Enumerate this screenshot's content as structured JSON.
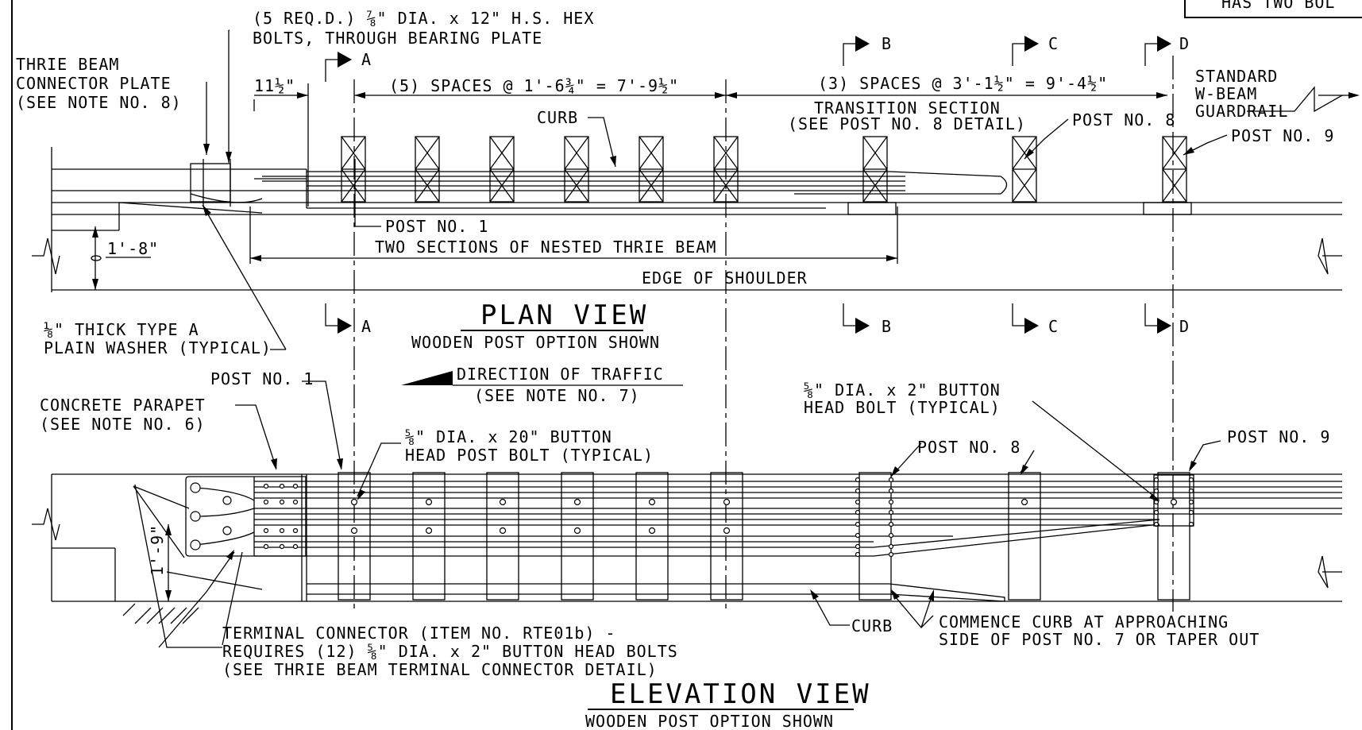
{
  "header_box_text": "HAS TWO BOL",
  "plan": {
    "bolts_note_1": "(5 REQ.D.) ⅞\" DIA. x 12\" H.S. HEX",
    "bolts_note_2": "BOLTS, THROUGH BEARING PLATE",
    "connector_1": "THRIE BEAM",
    "connector_2": "CONNECTOR PLATE",
    "connector_3": "(SEE NOTE NO. 8)",
    "dim_offset": "11½\"",
    "dim_spaces_5": "(5) SPACES @ 1'-6¾\" = 7'-9½\"",
    "dim_spaces_3": "(3) SPACES @ 3'-1½\" = 9'-4½\"",
    "curb": "CURB",
    "transition_1": "TRANSITION SECTION",
    "transition_2": "(SEE POST NO. 8 DETAIL)",
    "post8": "POST NO. 8",
    "post9": "POST NO. 9",
    "std_1": "STANDARD",
    "std_2": "W-BEAM",
    "std_3": "GUARDRAIL",
    "post1": "POST NO. 1",
    "nested": "TWO SECTIONS OF NESTED THRIE BEAM",
    "dim_1_8": "1'-8\"",
    "edge": "EDGE OF SHOULDER",
    "washer_1": "⅛\" THICK TYPE A",
    "washer_2": "PLAIN WASHER (TYPICAL)",
    "title": "PLAN VIEW",
    "subtitle": "WOODEN POST OPTION SHOWN"
  },
  "sections": {
    "a": "A",
    "b": "B",
    "c": "C",
    "d": "D"
  },
  "traffic": {
    "direction": "DIRECTION OF TRAFFIC",
    "note": "(SEE NOTE NO. 7)"
  },
  "elevation": {
    "post1": "POST NO. 1",
    "parapet_1": "CONCRETE PARAPET",
    "parapet_2": "(SEE NOTE NO. 6)",
    "postbolt_1": "⅝\" DIA. x 20\" BUTTON",
    "postbolt_2": "HEAD POST BOLT (TYPICAL)",
    "headbolt_1": "⅝\" DIA. x 2\" BUTTON",
    "headbolt_2": "HEAD BOLT (TYPICAL)",
    "post8": "POST NO. 8",
    "post9": "POST NO. 9",
    "dim_1_9": "1'-9\"",
    "terminal_1": "TERMINAL CONNECTOR (ITEM NO. RTE01b) -",
    "terminal_2": "REQUIRES (12) ⅝\" DIA. x 2\" BUTTON HEAD BOLTS",
    "terminal_3": "(SEE THRIE BEAM TERMINAL CONNECTOR DETAIL)",
    "curb": "CURB",
    "commence_1": "COMMENCE CURB AT APPROACHING",
    "commence_2": "SIDE OF POST NO. 7 OR TAPER OUT",
    "title": "ELEVATION VIEW",
    "subtitle": "WOODEN POST OPTION SHOWN"
  }
}
